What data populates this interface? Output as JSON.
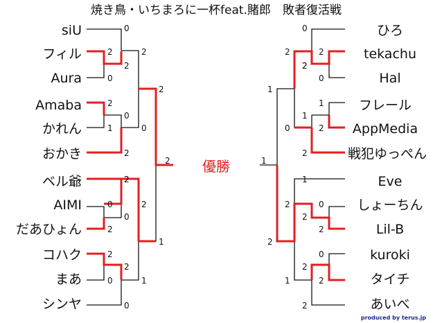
{
  "title": "焼き鳥・いちまろに一杯feat.賭郎　敗者復活戦",
  "winner_label": "優勝",
  "credit": "produced by terus.jp",
  "colors": {
    "win": "#e02020",
    "line": "#111111"
  },
  "left_players": [
    "siU",
    "フィル",
    "Aura",
    "Amaba",
    "かれん",
    "おかき",
    "ベル爺",
    "AIMI",
    "だあひょん",
    "コハク",
    "まあ",
    "シンヤ"
  ],
  "right_players": [
    "ひろ",
    "tekachu",
    "Hal",
    "フレール",
    "AppMedia",
    "戦犯ゆっぺん",
    "Eve",
    "しょーちん",
    "Lil-B",
    "kuroki",
    "タイチ",
    "あいべ"
  ],
  "left_scores": {
    "r1_group1": [
      "0",
      "2",
      "2",
      "0"
    ],
    "r1_group2": [
      "2",
      "1",
      "0",
      "2"
    ],
    "r1_group3": [
      "2",
      "0",
      "0",
      "2"
    ],
    "r1_group4": [
      "2",
      "0",
      "2",
      "1",
      "0"
    ],
    "r2": [
      "2",
      "2",
      "0",
      "2"
    ],
    "r3": [
      "2",
      "1"
    ],
    "final": "2"
  },
  "right_scores": {
    "r1_group1": [
      "0",
      "2",
      "2",
      "0"
    ],
    "r1_group2": [
      "1",
      "2",
      "1",
      "0",
      "2"
    ],
    "r1_group3": [
      "1",
      "0",
      "2",
      "2"
    ],
    "r1_group4": [
      "0",
      "2",
      "2",
      "2"
    ],
    "r2": [
      "2",
      "2",
      "2",
      "1"
    ],
    "r3": [
      "1",
      "2"
    ],
    "final": "1"
  }
}
